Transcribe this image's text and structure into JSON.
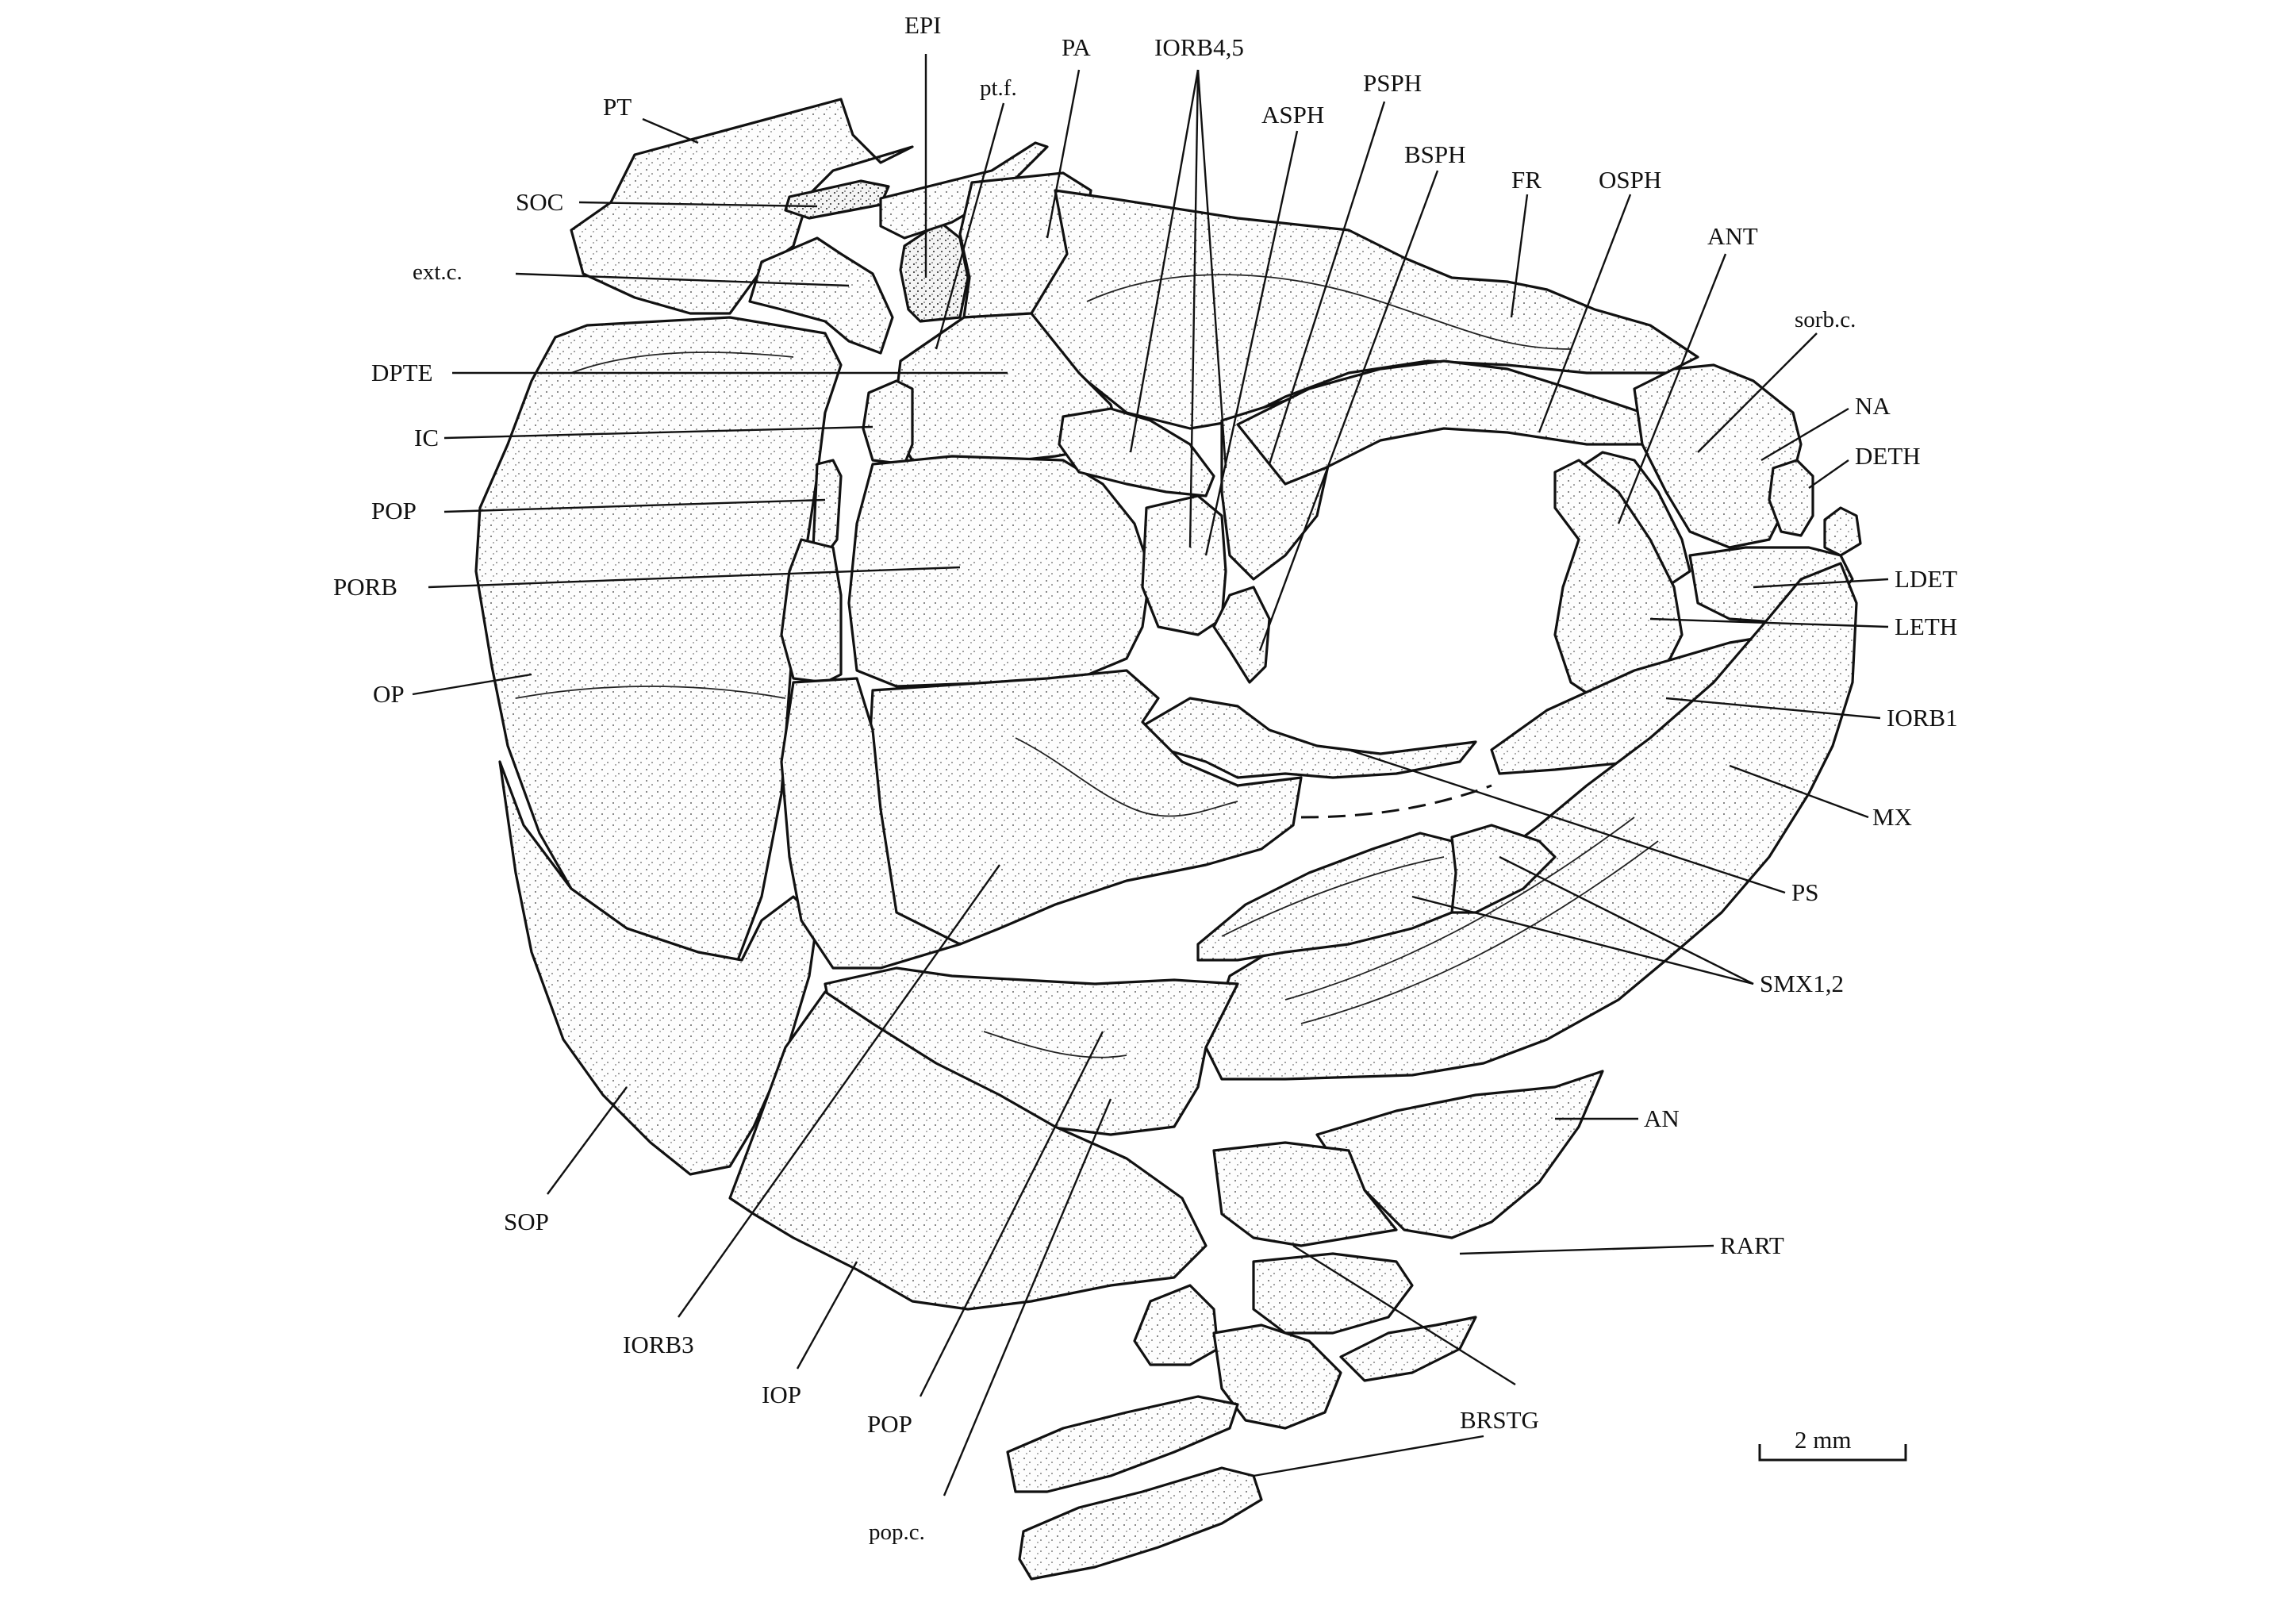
{
  "labels": {
    "epi": "EPI",
    "pt": "PT",
    "ptf": "pt.f.",
    "pa": "PA",
    "iorb45": "IORB4,5",
    "asph": "ASPH",
    "psph": "PSPH",
    "bsph": "BSPH",
    "fr": "FR",
    "osph": "OSPH",
    "ant": "ANT",
    "sorbc": "sorb.c.",
    "soc": "SOC",
    "extc": "ext.c.",
    "dpte": "DPTE",
    "ic": "IC",
    "pop_left": "POP",
    "porb": "PORB",
    "op": "OP",
    "na": "NA",
    "deth": "DETH",
    "ldet": "LDET",
    "leth": "LETH",
    "iorb1": "IORB1",
    "mx": "MX",
    "ps": "PS",
    "smx12": "SMX1,2",
    "an": "AN",
    "rart": "RART",
    "brstg": "BRSTG",
    "sop": "SOP",
    "iorb3": "IORB3",
    "iop": "IOP",
    "pop_bottom": "POP",
    "popc": "pop.c."
  },
  "scale_bar": {
    "label": "2 mm"
  }
}
